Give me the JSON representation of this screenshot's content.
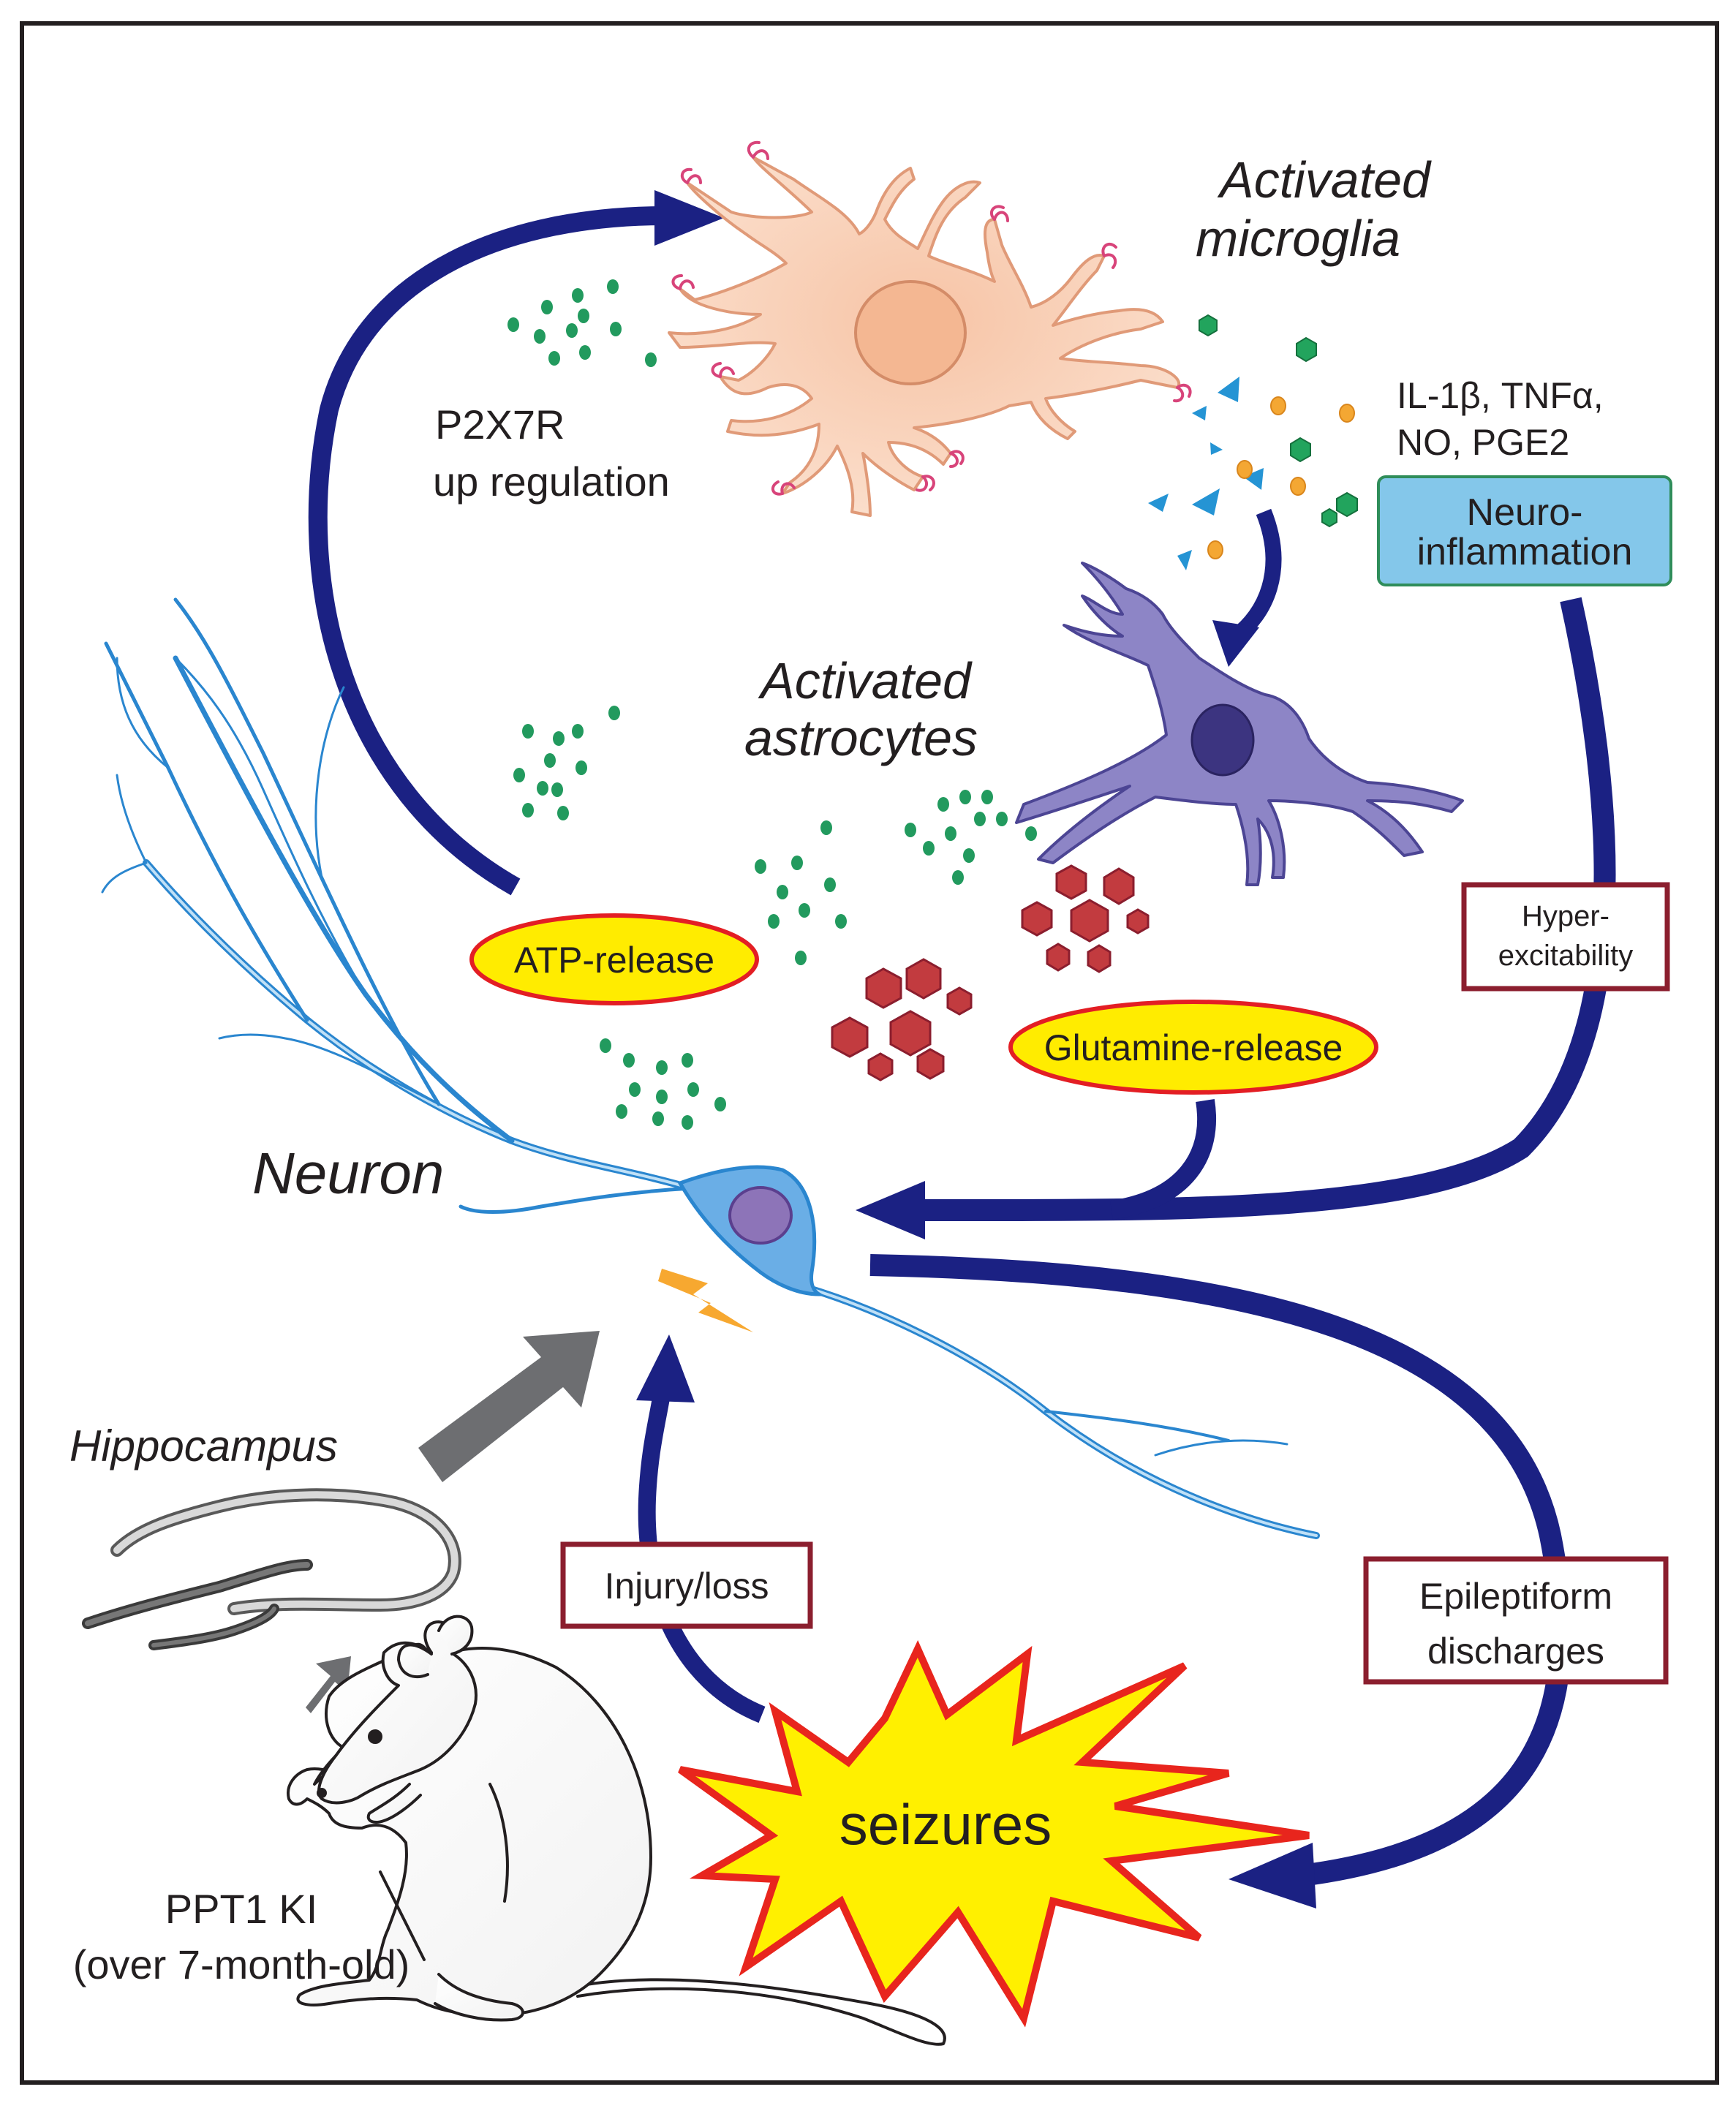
{
  "labels": {
    "microglia": [
      "Activated",
      "microglia"
    ],
    "astrocytes": [
      "Activated",
      "astrocytes"
    ],
    "neuron": "Neuron",
    "hippocampus": "Hippocampus",
    "cytokines": [
      "IL-1β, TNFα,",
      "NO, PGE2"
    ],
    "p2x7r": [
      "P2X7R",
      "up regulation"
    ],
    "neuroinflammation": [
      "Neuro-",
      "inflammation"
    ],
    "hyperexcitability": [
      "Hyper-",
      "excitability"
    ],
    "atp_release": "ATP-release",
    "glutamine_release": "Glutamine-release",
    "injury_loss": "Injury/loss",
    "epileptiform": [
      "Epileptiform",
      "discharges"
    ],
    "seizures": "seizures",
    "model": [
      "PPT1 KI",
      "(over 7-month-old)"
    ]
  },
  "colors": {
    "arrow": "#1b2183",
    "gray_arrow": "#6d6e71",
    "microglia_fill": "#f9cfb4",
    "microglia_stroke": "#e09a78",
    "astrocyte_fill": "#8d85c6",
    "neuron": "#2a86cf",
    "neuron_body": "#6aaee6",
    "green_dot": "#229a5e",
    "red_hex": "#c23b3f",
    "blue_triangle": "#2594d4",
    "orange_dot": "#f4a733",
    "neuroinflammation_box": "#84c7ea",
    "maroon_border": "#8b1e2e",
    "ellipse_fill": "#ffec00",
    "ellipse_stroke": "#e31e24",
    "star_fill": "#fff000",
    "star_stroke": "#e8251d"
  }
}
